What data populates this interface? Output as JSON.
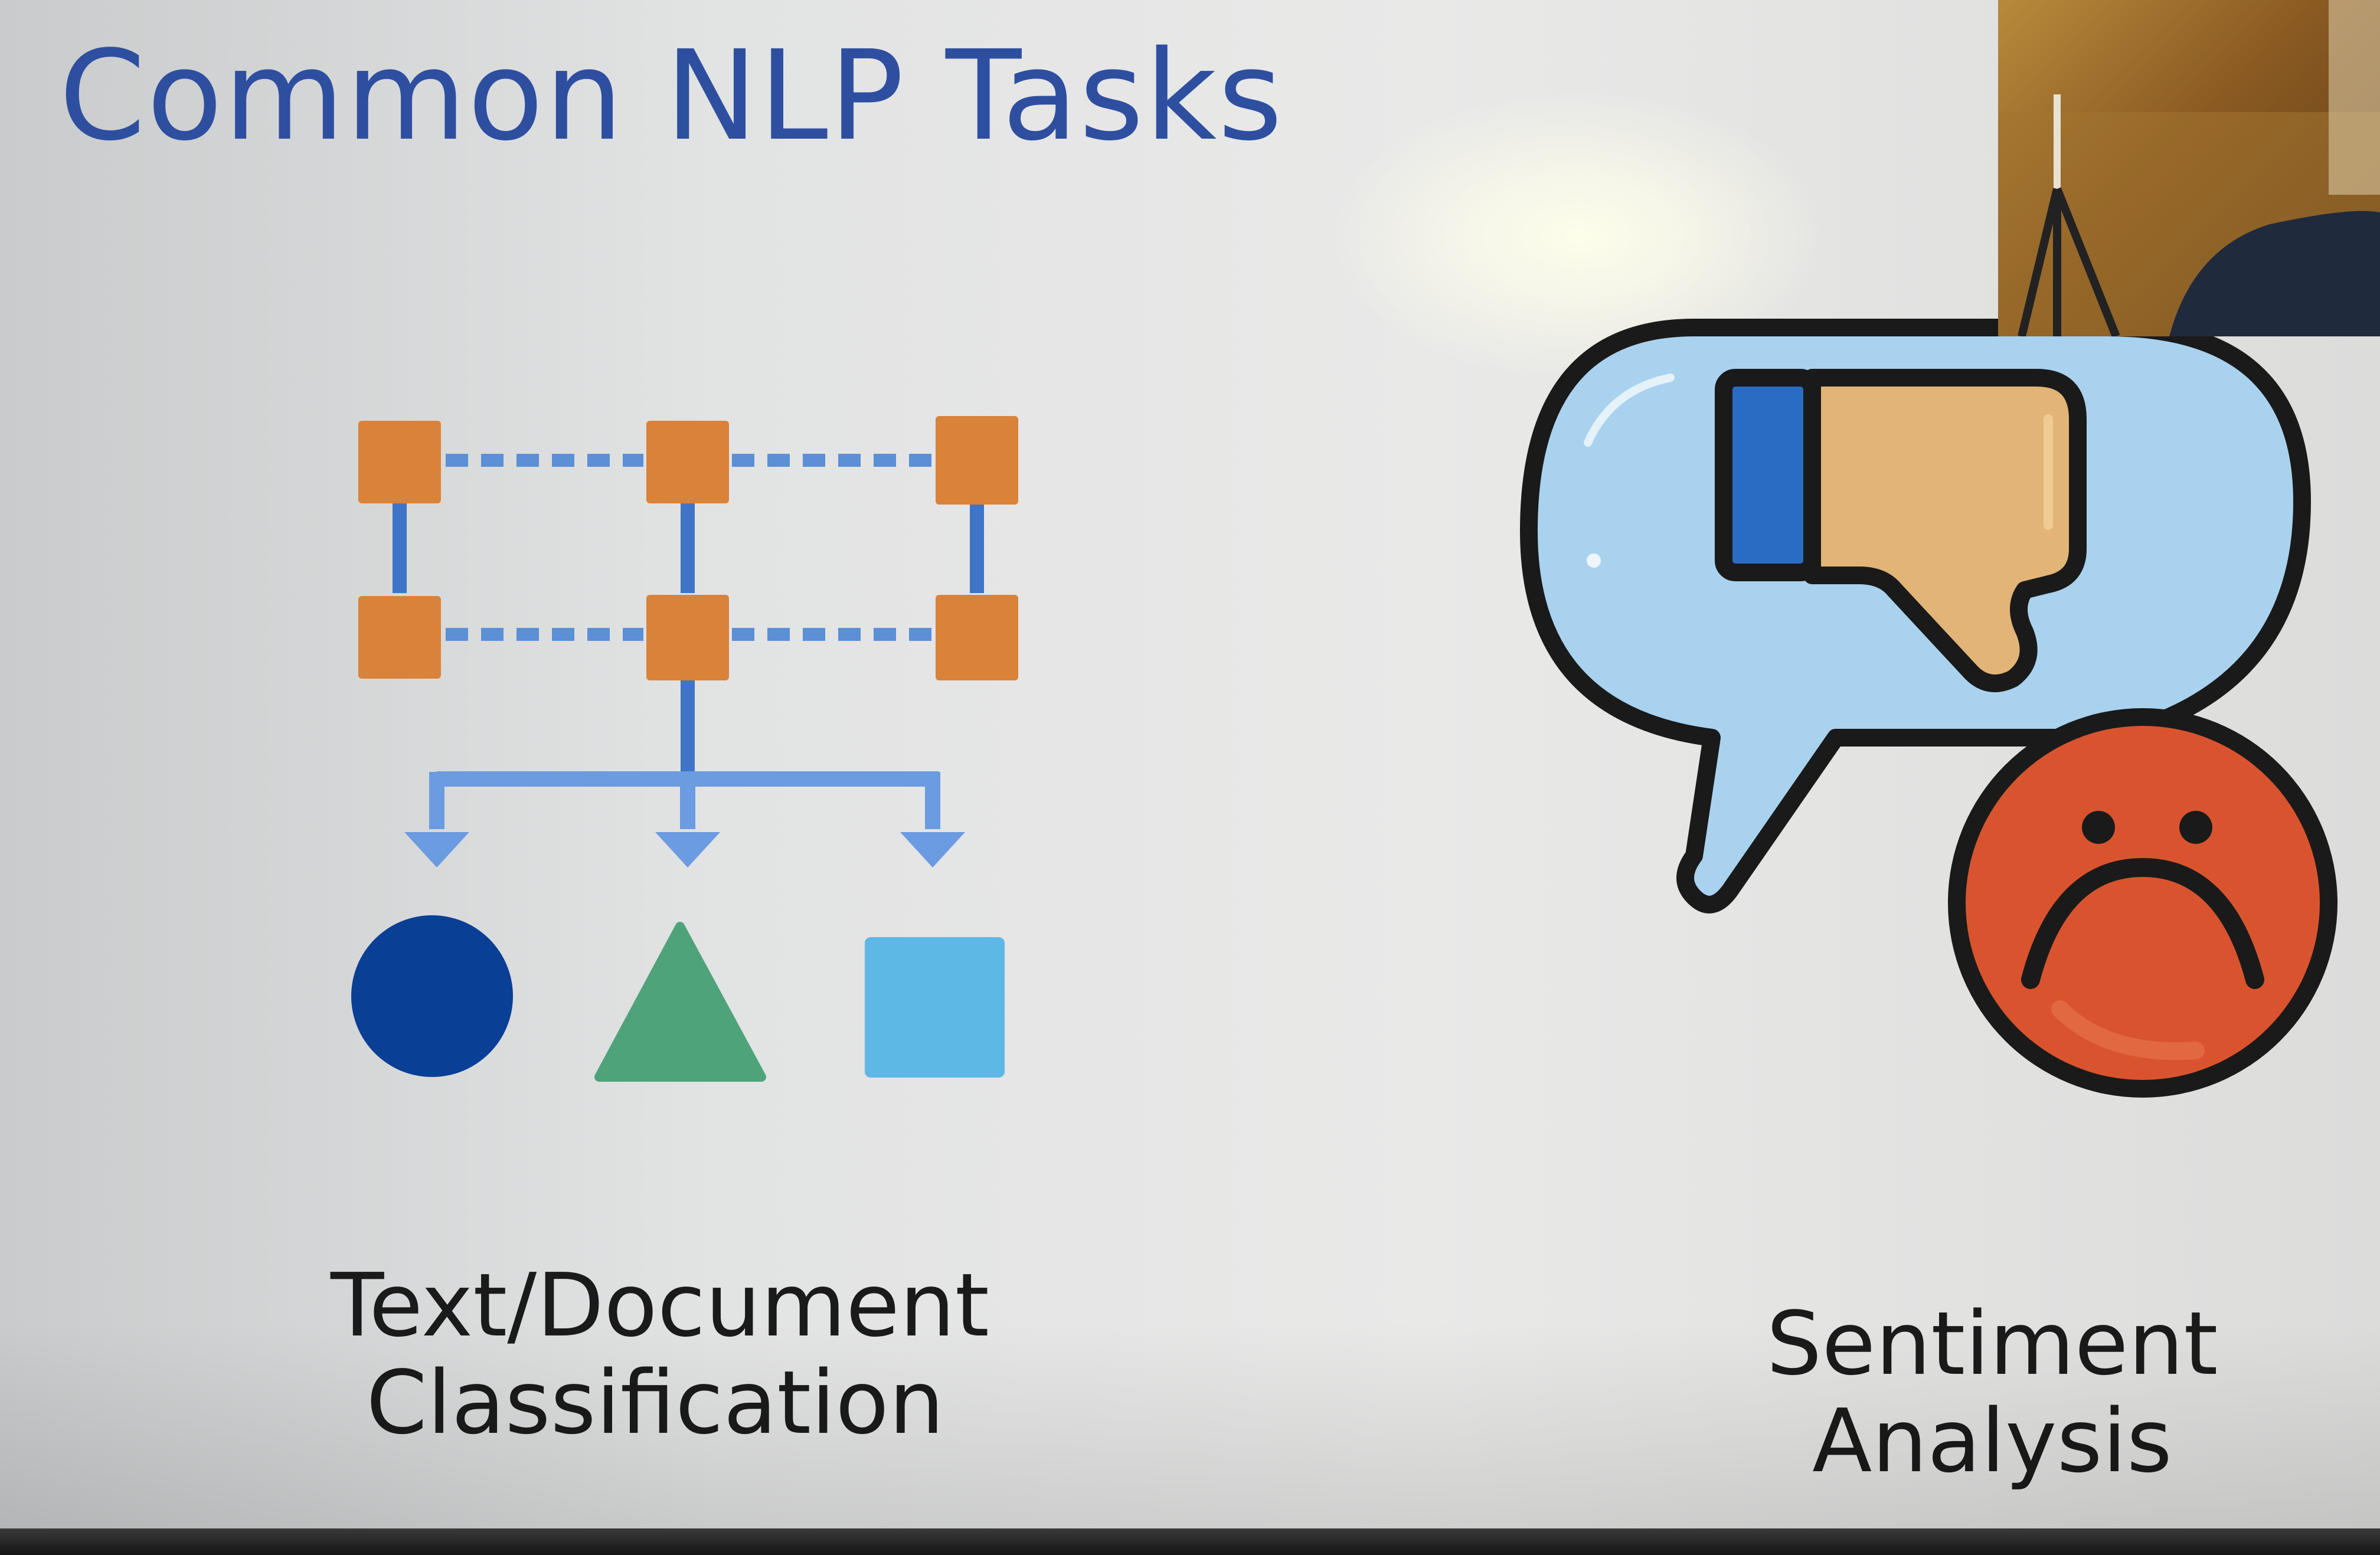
{
  "slide": {
    "title": "Common NLP Tasks",
    "tasks": [
      {
        "caption_lines": [
          "Text/Document",
          "Classification"
        ],
        "icon": "classification-diagram-icon"
      },
      {
        "caption_lines": [
          "Sentiment",
          "Analysis"
        ],
        "icon": "thumbs-down-sad-face-icon"
      }
    ]
  },
  "colors": {
    "title": "#2e4fa0",
    "node_orange": "#d9823a",
    "connector_blue": "#5b8fd6",
    "circle_navy": "#0a3f96",
    "triangle_green": "#4fa37a",
    "square_lightblue": "#5eb8e6",
    "bubble_blue": "#a9d2ef",
    "thumb_tan": "#e2b478",
    "cuff_blue": "#2a6cc4",
    "face_red": "#d9542e"
  }
}
